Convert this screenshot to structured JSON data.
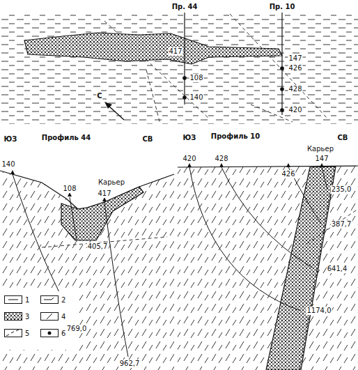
{
  "diagram": {
    "labels": [
      "Пр. 44",
      "Пр. 10",
      "417",
      "108",
      "140",
      "147",
      "426",
      "428",
      "420",
      "С",
      "ЮЗ",
      "Профиль 44",
      "СВ",
      "140",
      "108",
      "Карьер",
      "417",
      "405,7",
      "769,0",
      "962,7",
      "ЮЗ",
      "Профиль 10",
      "СВ",
      "420",
      "428",
      "426",
      "Карьер",
      "147",
      "235,0",
      "387,7",
      "641,4",
      "1174,0"
    ],
    "legend": [
      {
        "text": "1"
      },
      {
        "text": "2"
      },
      {
        "text": "3"
      },
      {
        "text": "4"
      },
      {
        "text": "5"
      },
      {
        "text": "6"
      }
    ]
  }
}
